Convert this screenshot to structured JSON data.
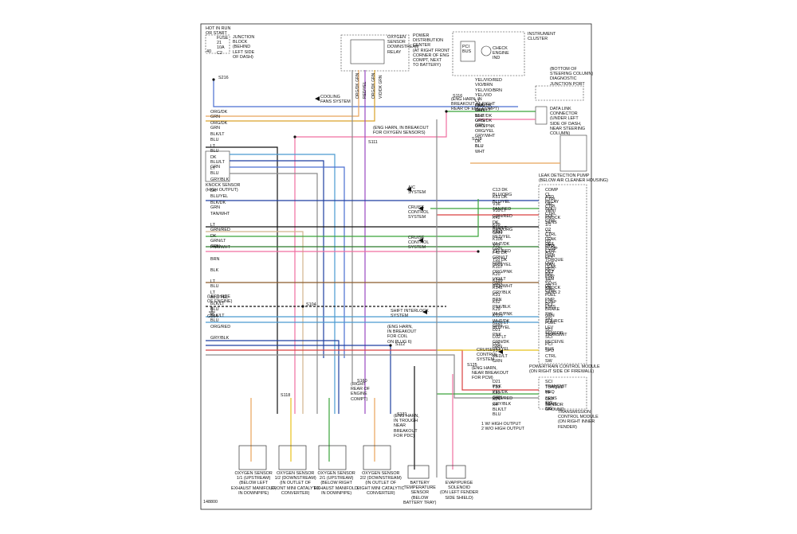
{
  "diagram_id": "148800",
  "blocks": {
    "hot_in_run": "HOT IN RUN\nOR START",
    "fuse": "FUSE\n21\n10A\nC2",
    "fuse_id": "40",
    "junction_block": "JUNCTION\nBLOCK\n(BEHIND\nLEFT SIDE\nOF DASH)",
    "pdc": "POWER\nDISTRIBUTION\nCENTER\n(AT RIGHT FRONT\nCORNER OF ENG\nCOMPT, NEXT\nTO BATTERY)",
    "o2_relay": "OXYGEN\nSENSOR\nDOWNSTREAM\nRELAY",
    "instrument_cluster": "INSTRUMENT\nCLUSTER",
    "pci_bus": "PCI\nBUS",
    "check_engine": "CHECK\nENGINE\nIND",
    "diag_port": "(BOTTOM OF\nSTEERING COLUMN)\nDIAGNOSTIC\nJUNCTION PORT",
    "dlc": "DATA LINK\nCONNECTOR\n(UNDER LEFT\nSIDE OF DASH,\nNEAR STEERING\nCOLUMN)",
    "eng_harn_breakout": "(ENG HARN, IN\nBREAKOUT AT RIGHT\nREAR OF ENG COMPT)",
    "eng_harn_o2": "(ENG HARN, IN BREAKOUT\nFOR OXYGEN SENSORS)",
    "cooling_fans": "COOLING\nFANS SYSTEM",
    "knock_sensor": "KNOCK SENSOR\n(HIGH OUTPUT)",
    "leak_pump": "LEAK DETECTION PUMP\n(BELOW AIR CLEANER HOUSING)",
    "ac_system": "A/C\nSYSTEM",
    "cruise1": "CRUISE\nCONTROL\nSYSTEM",
    "cruise2": "CRUISE\nCONTROL\nSYSTEM",
    "cruise3": "CRUISE\nCONTROL\nSYSTEM",
    "shift_interlock": "SHIFT INTERLOCK\nSYSTEM",
    "left_side_engine": "(LEFT SIDE\nOF ENGINE)",
    "g104": "G104",
    "pcm": "POWERTRAIN CONTROL MODULE\n(ON RIGHT SIDE OF FIREWALL)",
    "tcm": "TRANSMISSION\nCONTROL MODULE\n(ON RIGHT INNER\nFENDER)",
    "right_rear_engine": "(RIGHT\nREAR OF\nENGINE\nCOMPT)",
    "eng_harn_plug": "(ENG HARN,\nIN BREAKOUT\nFOR COIL\nON PLUG 6)",
    "eng_harn_trough": "(ENG HARN,\nIN TROUGH\nNEAR\nBREAKOUT\nFOR PDC)",
    "eng_harn_pcm": "(ENG HARN,\nNEAR BREAKOUT\nFOR PCM)",
    "legend": "1  W/ HIGH OUTPUT\n2  W/O HIGH OUTPUT",
    "o2_11": "OXYGEN SENSOR\n1/1 (UPSTREAM)\n(BELOW LEFT\nEXHAUST MANIFOLD,\nIN DOWNPIPE)",
    "o2_12": "OXYGEN SENSOR\n1/2 (DOWNSTREAM)\n(IN OUTLET OF\nFRONT MINI CATALYTIC\nCONVERTER)",
    "o2_21": "OXYGEN SENSOR\n2/1 (UPSTREAM)\n(BELOW RIGHT\nEXHAUST MANIFOLD,\nIN DOWNPIPE)",
    "o2_22": "OXYGEN SENSOR\n2/2 (DOWNSTREAM)\n(IN OUTLET OF\nRIGHT MINI CATALYTIC\nCONVERTER)",
    "batt_temp": "BATTERY\nTEMPERATURE\nSENSOR\n(BELOW\nBATTERY TRAY)",
    "evap": "EVAP/PURGE\nSOLENOID\n(ON LEFT FENDER\nSIDE SHIELD)"
  },
  "pcm_pins": [
    "COMP CL CTRL",
    "ASD RELAY CTRL",
    "VAC SOL CTRL",
    "VENT SOL CTRL",
    "KNOCK SENS",
    "1/1 O2 CTRL",
    "1/1 2/1 O2 CTRL",
    "LEAK DET PUMP",
    "SPD CTRL PWR",
    "ASD RLY OUT",
    "TORQUE MAN REQ",
    "LEAK DET PMP",
    "BAT TEM SENS SIG",
    "2/1 O2 CTRL",
    "KNOCK SENS 2",
    "FUEL PMP RLY",
    "EVAP EMIS",
    "BRAKE SW SIG",
    "GEN SOURCE",
    "FUEL LEV SENSOR",
    "SCI TRANSMIT",
    "SCI RECEIVE",
    "PCI BUS",
    "SPD CTRL SW"
  ],
  "tcm_pins": [
    "SCI TRANSMIT",
    "TORQUE REQ",
    "TP SENS SIG",
    "CKP SENS SIG",
    "SENSOR GROUND"
  ],
  "circuits": {
    "pcm": [
      "C13 DK BLU/ORG",
      "K51 DK BLU/YEL",
      "V36 TAN/RED",
      "V35 LT GRN/RED",
      "K42 DK BLU/LT GRN",
      "K99 BRN/ORG",
      "K513 RED/YEL",
      "K106 WHT/DK GRN",
      "V32 YEL/RED",
      "F42 DK GRN/LT GRN",
      "T10 DK GRN/YEL",
      "K107 ORG/PNK",
      "K20 VIO/LT GRN",
      "K299 BRN/WHT",
      "K142 GRY/BLK",
      "K31 BRN",
      "K52 PNK/BLK",
      "K29 WHT/PNK",
      "K125 WHT/DK GRN",
      "K226 LT BLU/YEL",
      "D21 PNK",
      "D32 LT GRN/DK GRN",
      "D25 VIO/YEL",
      "V37 RED/LT GRN"
    ],
    "tcm": [
      "D21 PNK",
      "T10 YEL/DK GRN",
      "K22 ORG/RED",
      "K24 GRY/BLK",
      "K4 BLK/LT BLU"
    ],
    "left": [
      "ORG/DK GRN",
      "ORG/DK GRN",
      "BLK/LT BLU",
      "LT BLU",
      "DK BLU/LT GRN",
      "LT BLU",
      "GRY/BLK",
      "DK BLU/YEL",
      "BLK/DK GRN",
      "TAN/WHT",
      "LT GRN/RED",
      "DK GRN/LT GRN",
      "PNK/WHT",
      "BRN",
      "BLK",
      "LT BLU",
      "LT BLU/YEL",
      "BLK/LT BLU",
      "BLK/LT BLU",
      "ORG/RED",
      "GRY/BLK"
    ],
    "top": [
      "YEL/VIO/RED",
      "VIO/BRN",
      "YEL/VIO/BRN",
      "YEL/VIO",
      "LT GRN/DK GRN",
      "PNK",
      "WHT/LT BLU",
      "WHT/DK GRN",
      "ORG/DK GRN",
      "ORG/PNK",
      "ORG/YEL",
      "GRY/WHT",
      "DK BLU",
      "BLU",
      "WHT"
    ],
    "relay": [
      "ORG/DK GRN",
      "RED/YEL",
      "ORG/DK GRN",
      "VIO/DK GRN"
    ]
  },
  "splices": [
    "S216",
    "S116",
    "S128",
    "S111",
    "S104",
    "S160",
    "S112",
    "S118",
    "S125",
    "S131"
  ],
  "colors": {
    "orange": "#e8a35b",
    "blue": "#4a6fd0",
    "green": "#3aa33a",
    "pink": "#f06fa0",
    "yellow": "#e8c21b",
    "purple": "#9a49c2",
    "gray": "#8a8a8a",
    "red": "#d94040"
  }
}
